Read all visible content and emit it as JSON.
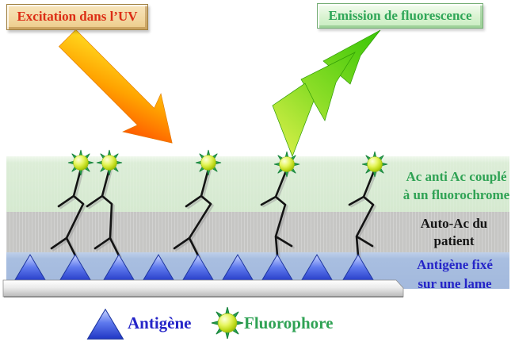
{
  "callouts": {
    "excitation": {
      "label": "Excitation dans l’UV",
      "text_color": "#dc2d15",
      "bg_color": "#f3d8a2"
    },
    "emission": {
      "label": "Emission de fluorescence",
      "text_color": "#2fa658",
      "bg_color": "#d5f1cd"
    }
  },
  "layers": {
    "fluorochrome": {
      "line1": "Ac anti Ac couplé",
      "line2": "à un fluorochrome",
      "text_color": "#2fa254",
      "band_color": "#d6ead1"
    },
    "auto_ac": {
      "line1": "Auto-Ac du",
      "line2": "patient",
      "text_color": "#141414",
      "band_color": "#c6c6c4"
    },
    "antigen": {
      "line1": "Antigène fixé",
      "line2": "sur une lame",
      "text_color": "#2525c8",
      "band_color": "#a6bcdf"
    }
  },
  "legend": {
    "items": [
      {
        "icon": "antigen-triangle-icon",
        "label": "Antigène",
        "color": "#2525c8"
      },
      {
        "icon": "fluorophore-star-icon",
        "label": "Fluorophore",
        "color": "#2fa254"
      }
    ]
  },
  "graphics": {
    "uv_arrow_colors": [
      "#ffec1e",
      "#ffa300",
      "#ff3c00"
    ],
    "bolt_colors": [
      "#d7ef44",
      "#3cc707"
    ],
    "antigen_triangle_color": "#2f4bd2",
    "fluorophore_ball_color": "#cde63a",
    "fluorophore_spike_color": "#2aa14b",
    "slide_bar_color": "#d9d9d9",
    "antigen_count": 9,
    "antibody_count": 5,
    "fluorophore_count": 5
  }
}
